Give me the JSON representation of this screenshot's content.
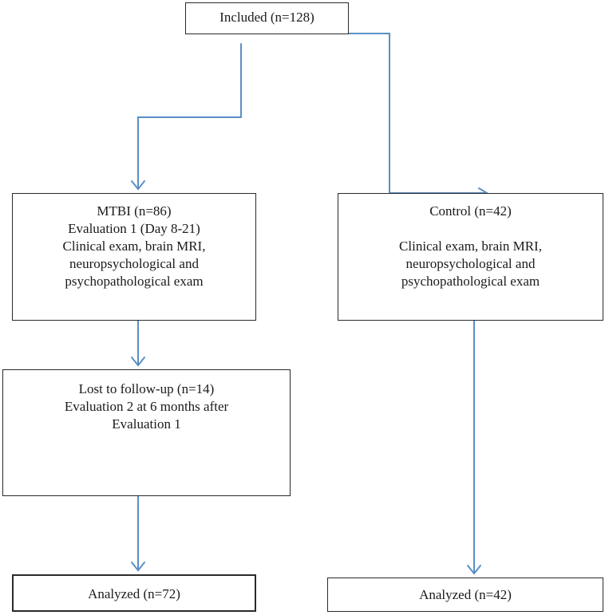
{
  "included": {
    "label": "Included (n=128)"
  },
  "mtbi": {
    "lines": [
      "MTBI (n=86)",
      "Evaluation 1 (Day 8-21)",
      "Clinical exam, brain MRI,",
      "neuropsychological and",
      "psychopathological exam"
    ]
  },
  "control": {
    "title": "Control (n=42)",
    "lines": [
      "Clinical exam, brain MRI,",
      "neuropsychological and",
      "psychopathological exam"
    ]
  },
  "lost": {
    "lines": [
      "Lost to follow-up (n=14)",
      "Evaluation 2 at 6 months after",
      "Evaluation 1"
    ]
  },
  "analyzed_mtbi": {
    "label": "Analyzed (n=72)"
  },
  "analyzed_control": {
    "label": "Analyzed (n=42)"
  },
  "colors": {
    "connector": "#5b8fc7",
    "border": "#2a2a2a"
  }
}
